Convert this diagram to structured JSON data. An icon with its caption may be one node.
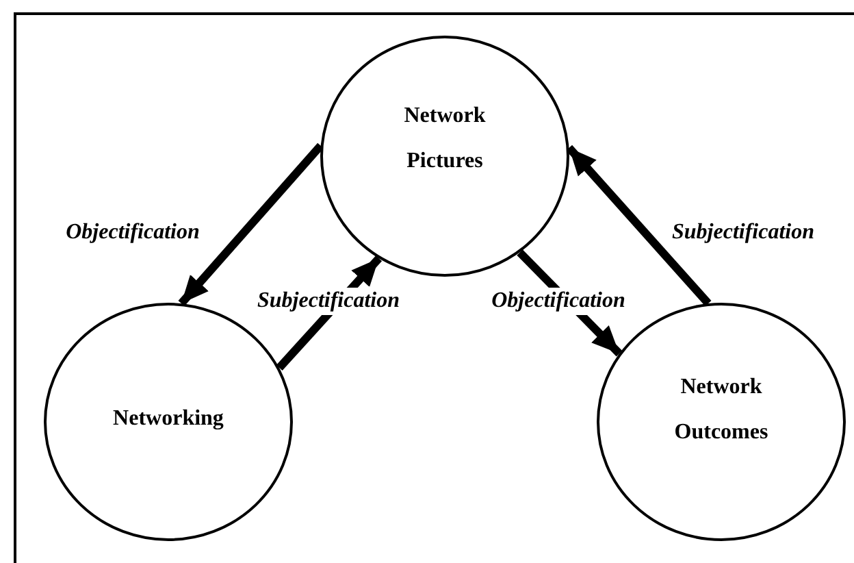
{
  "diagram": {
    "nodes": [
      {
        "text": [
          "Network Pictures"
        ]
      },
      {
        "text": [
          "Networking"
        ]
      },
      {
        "text": [
          "Network Outcomes"
        ]
      }
    ],
    "edges": [
      {
        "from": 0,
        "to": 1,
        "arrow": "to",
        "label": "Objectification"
      },
      {
        "from": 1,
        "to": 0,
        "arrow": "to",
        "label": "Subjectification"
      },
      {
        "from": 0,
        "to": 2,
        "arrow": "to",
        "label": "Objectification"
      },
      {
        "from": 2,
        "to": 0,
        "arrow": "to",
        "label": "Subjectification"
      }
    ]
  }
}
